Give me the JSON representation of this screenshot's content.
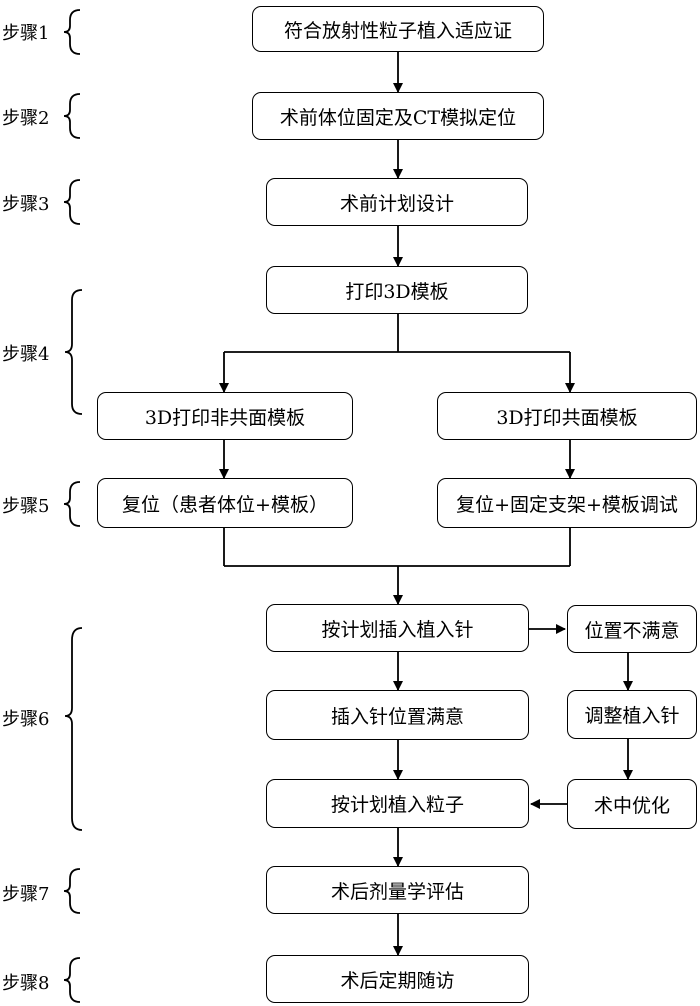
{
  "steps": {
    "s1": "步骤1",
    "s2": "步骤2",
    "s3": "步骤3",
    "s4": "步骤4",
    "s5": "步骤5",
    "s6": "步骤6",
    "s7": "步骤7",
    "s8": "步骤8"
  },
  "nodes": {
    "indication": "符合放射性粒子植入适应证",
    "positioning": "术前体位固定及CT模拟定位",
    "planning": "术前计划设计",
    "print_template": "打印3D模板",
    "non_coplanar": "3D打印非共面模板",
    "coplanar": "3D打印共面模板",
    "reset_left": "复位（患者体位+模板）",
    "reset_right": "复位+固定支架+模板调试",
    "insert_needle": "按计划插入植入针",
    "unsatisfied": "位置不满意",
    "satisfied": "插入针位置满意",
    "adjust": "调整植入针",
    "implant_seeds": "按计划植入粒子",
    "optimize": "术中优化",
    "evaluation": "术后剂量学评估",
    "followup": "术后定期随访"
  }
}
